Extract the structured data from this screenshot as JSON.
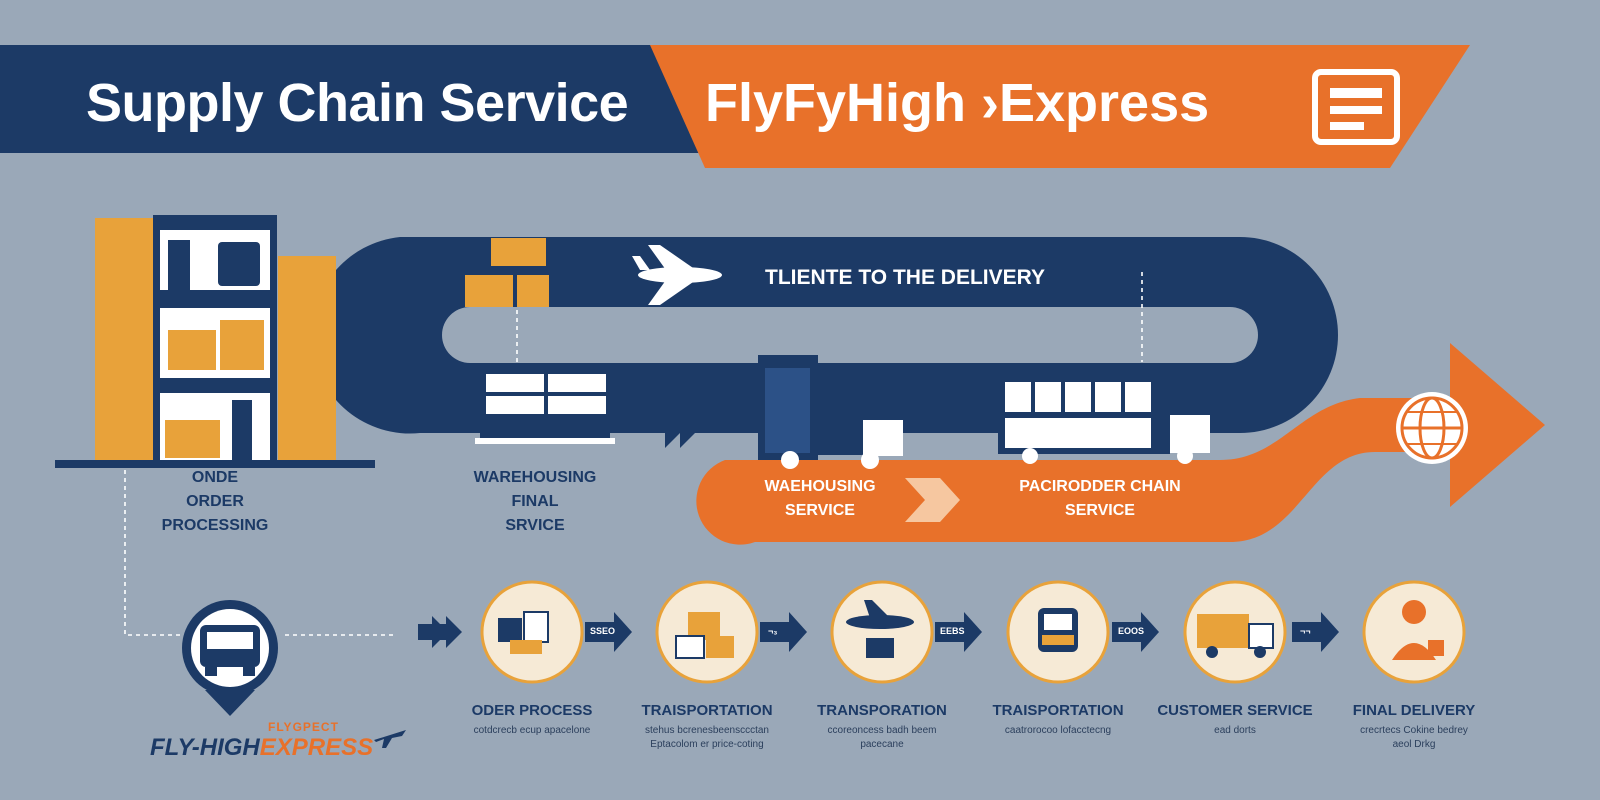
{
  "header": {
    "title": "Supply Chain Service",
    "brand": "FlyFyHigh ›Express"
  },
  "route": {
    "label": "TLIENTE TO THE DELIVERY"
  },
  "stages": {
    "order": [
      "ONDE",
      "ORDER",
      "PROCESSING"
    ],
    "warehousing_final": [
      "WAREHOUSING",
      "FINAL",
      "SRVICE"
    ],
    "warehousing_service": [
      "WAEHOUSING",
      "SERVICE"
    ],
    "chain_service": [
      "PACIRODDER CHAIN",
      "SERVICE"
    ]
  },
  "steps": [
    {
      "title": "ODER PROCESS",
      "desc": [
        "cotdcrecb ecup apacelone"
      ],
      "icon": "boxes-icon"
    },
    {
      "title": "TRAISPORTATION",
      "desc": [
        "stehus bcrenesbeensccctan",
        "Eptacolom er price-coting"
      ],
      "icon": "crates-icon"
    },
    {
      "title": "TRANSPORATION",
      "desc": [
        "ccoreoncess badh beem",
        "pacecane"
      ],
      "icon": "airplane-icon"
    },
    {
      "title": "TRAISPORTATION",
      "desc": [
        "caatrorocoo lofacctecng"
      ],
      "icon": "forklift-icon"
    },
    {
      "title": "CUSTOMER SERVICE",
      "desc": [
        "ead dorts"
      ],
      "icon": "delivery-truck-icon"
    },
    {
      "title": "FINAL DELIVERY",
      "desc": [
        "crecrtecs Cokine bedrey",
        "aeol Drkg"
      ],
      "icon": "courier-icon"
    }
  ],
  "connectors": [
    "SSEO",
    "¬₃",
    "EEBS",
    "EOOS",
    "¬¬"
  ],
  "logo": {
    "small": "FLYGPECT",
    "main_a": "FLY-HIGH",
    "main_b": "EXPRESS"
  },
  "colors": {
    "navy": "#1c3a66",
    "orange": "#e8712a",
    "background": "#9aa8b8",
    "box": "#e8a23a",
    "cream": "#f6ead6"
  }
}
